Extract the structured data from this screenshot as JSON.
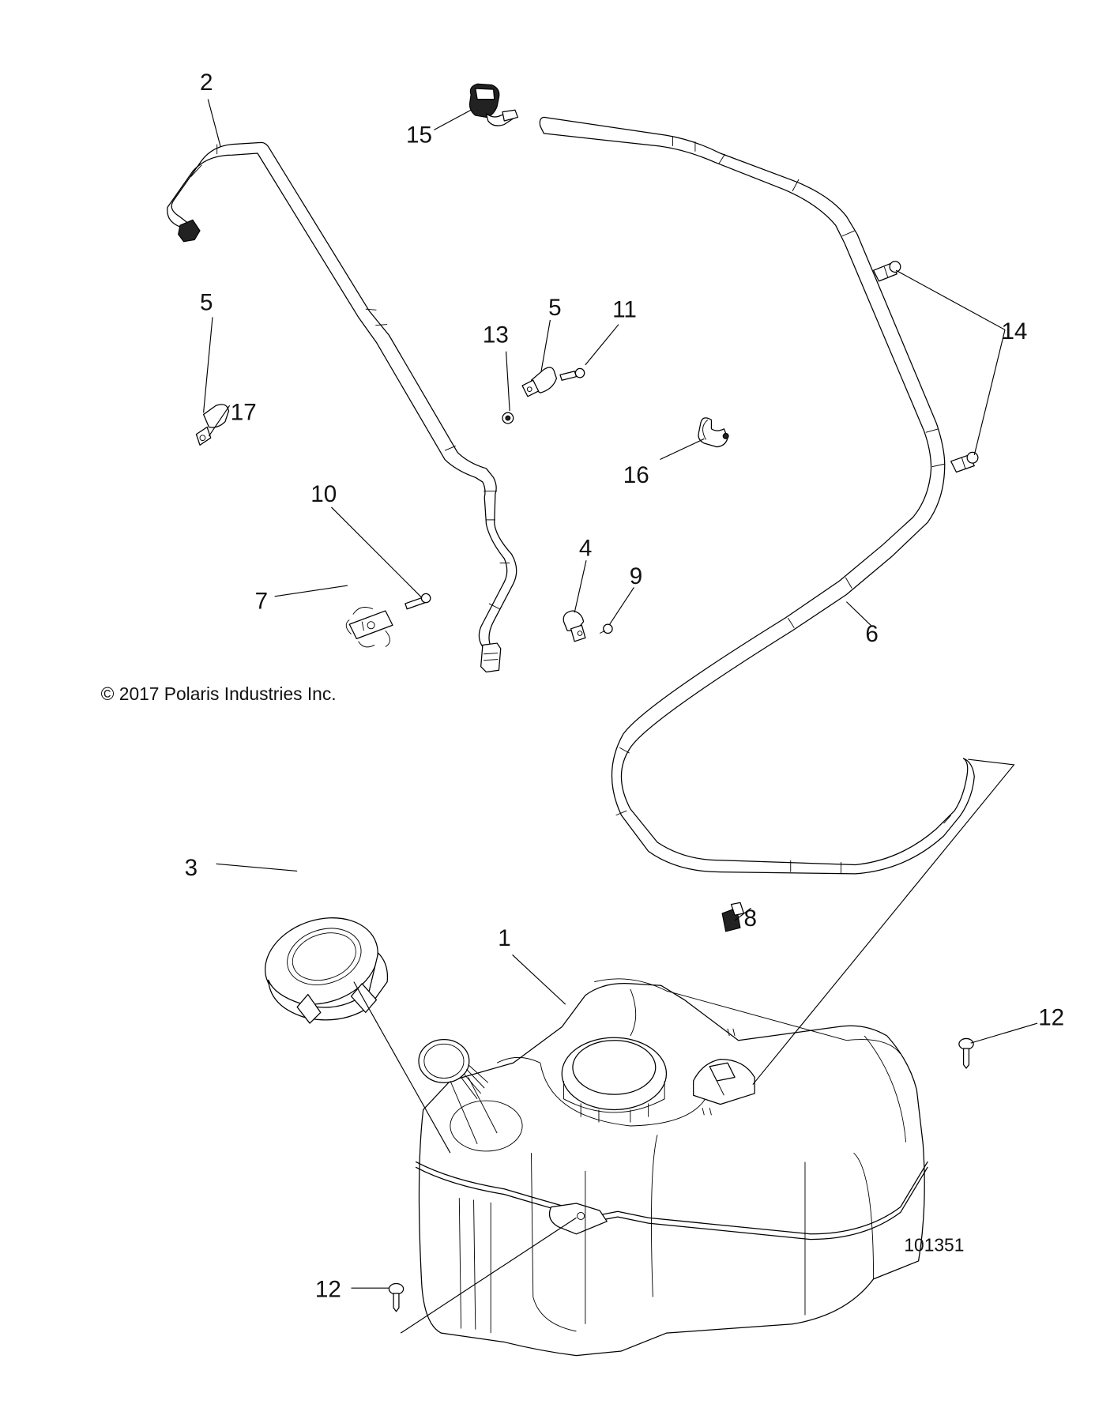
{
  "diagram": {
    "title": "Fuel tank and hose assembly exploded parts diagram",
    "copyright": "© 2017 Polaris Industries Inc.",
    "figure_id": "101351",
    "stroke_color": "#000000",
    "background_color": "#ffffff"
  },
  "parts": [
    {
      "callout": "1",
      "name": "fuel-tank"
    },
    {
      "callout": "2",
      "name": "fuel-hose-supply"
    },
    {
      "callout": "3",
      "name": "fuel-cap"
    },
    {
      "callout": "4",
      "name": "hose-clamp-p"
    },
    {
      "callout": "5",
      "name": "hose-clamp"
    },
    {
      "callout": "6",
      "name": "vent-hose"
    },
    {
      "callout": "7",
      "name": "dual-hose-clip"
    },
    {
      "callout": "8",
      "name": "vent-valve-clip"
    },
    {
      "callout": "9",
      "name": "nut-small"
    },
    {
      "callout": "10",
      "name": "screw-clip"
    },
    {
      "callout": "11",
      "name": "bolt"
    },
    {
      "callout": "12",
      "name": "tank-screw"
    },
    {
      "callout": "13",
      "name": "flange-nut"
    },
    {
      "callout": "14",
      "name": "push-clip"
    },
    {
      "callout": "15",
      "name": "quick-connect-fitting"
    },
    {
      "callout": "16",
      "name": "hose-retainer-clip"
    },
    {
      "callout": "17",
      "name": "clamp-nut"
    }
  ],
  "callouts": {
    "c1": "1",
    "c2": "2",
    "c3": "3",
    "c4": "4",
    "c5a": "5",
    "c5b": "5",
    "c6": "6",
    "c7": "7",
    "c8": "8",
    "c9": "9",
    "c10": "10",
    "c11": "11",
    "c12a": "12",
    "c12b": "12",
    "c13": "13",
    "c14": "14",
    "c15": "15",
    "c16": "16",
    "c17": "17"
  }
}
